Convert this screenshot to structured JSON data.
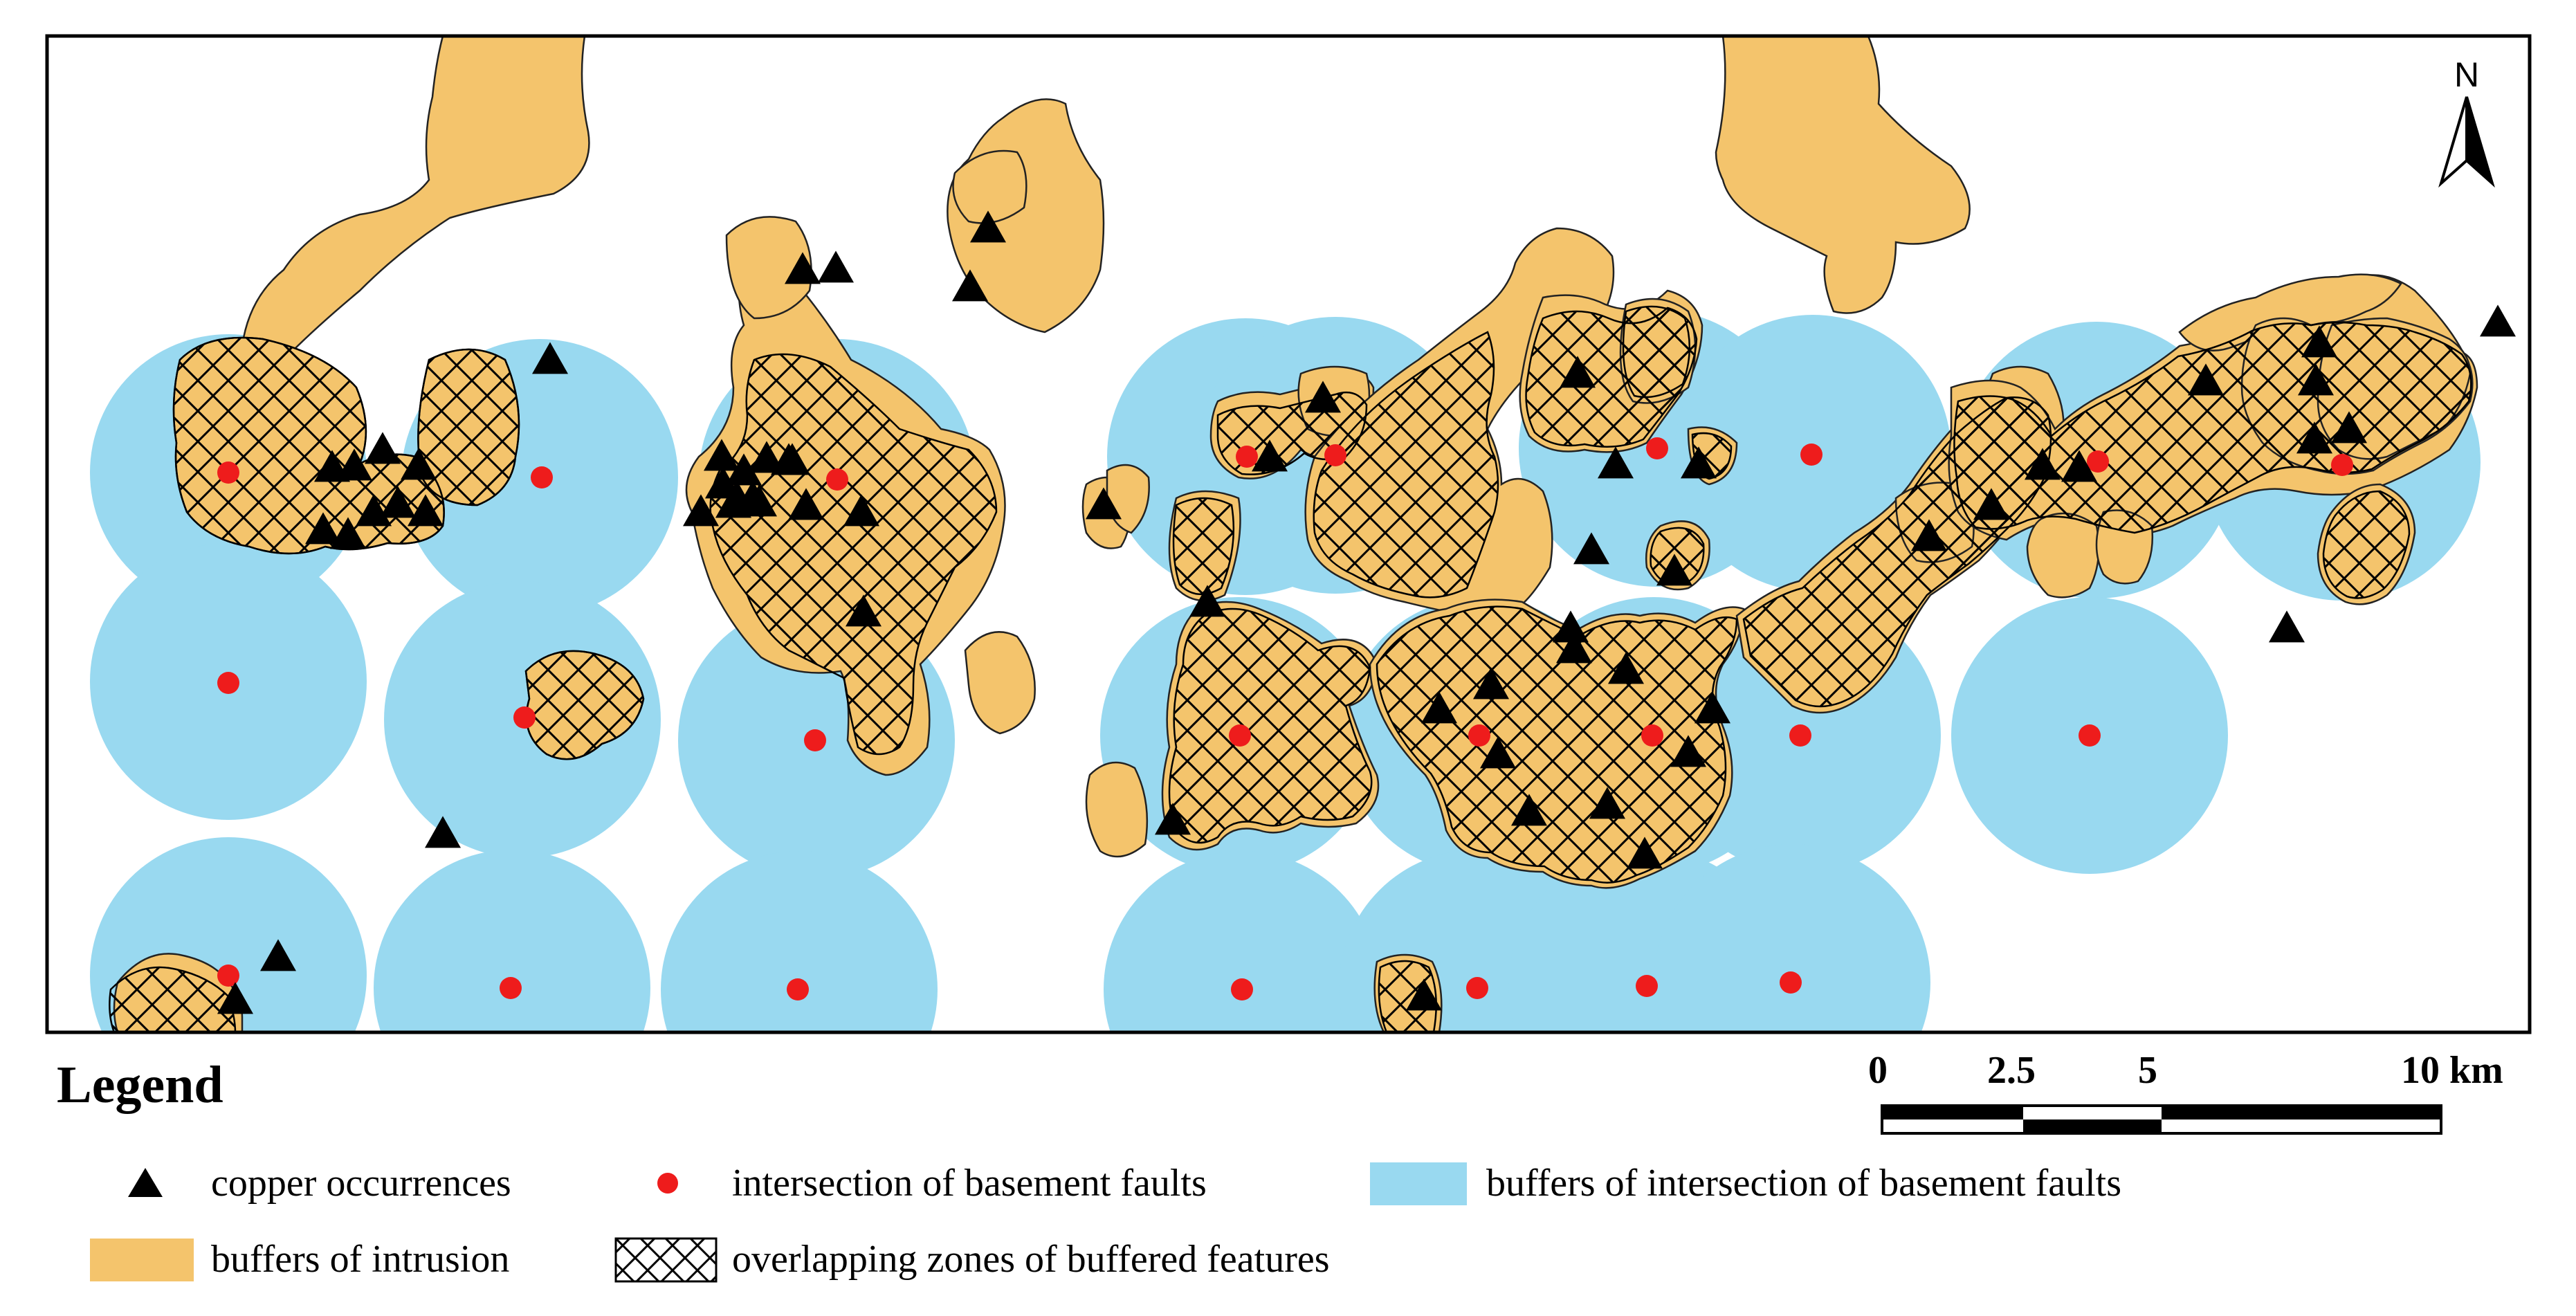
{
  "north_arrow": {
    "label": "N"
  },
  "legend": {
    "title": "Legend",
    "items": [
      {
        "label": "copper occurrences",
        "symbol": "triangle",
        "color": "#000000"
      },
      {
        "label": "intersection of basement faults",
        "symbol": "dot",
        "color": "#ee1c1c"
      },
      {
        "label": "buffers of intersection of basement faults",
        "symbol": "fill",
        "color": "#99d9f0"
      },
      {
        "label": "buffers of intrusion",
        "symbol": "fill",
        "color": "#f4c46c"
      },
      {
        "label": "overlapping zones of buffered features",
        "symbol": "crosshatch",
        "color": "#000000"
      }
    ]
  },
  "scale_bar": {
    "labels": [
      "0",
      "2.5",
      "5",
      "10 km"
    ],
    "breaks_km": [
      0,
      2.5,
      5,
      10
    ]
  },
  "colors": {
    "buffer_fault": "#99d9f0",
    "buffer_intrusion": "#f4c46c",
    "fault_point": "#ee1c1c",
    "copper": "#000000"
  }
}
